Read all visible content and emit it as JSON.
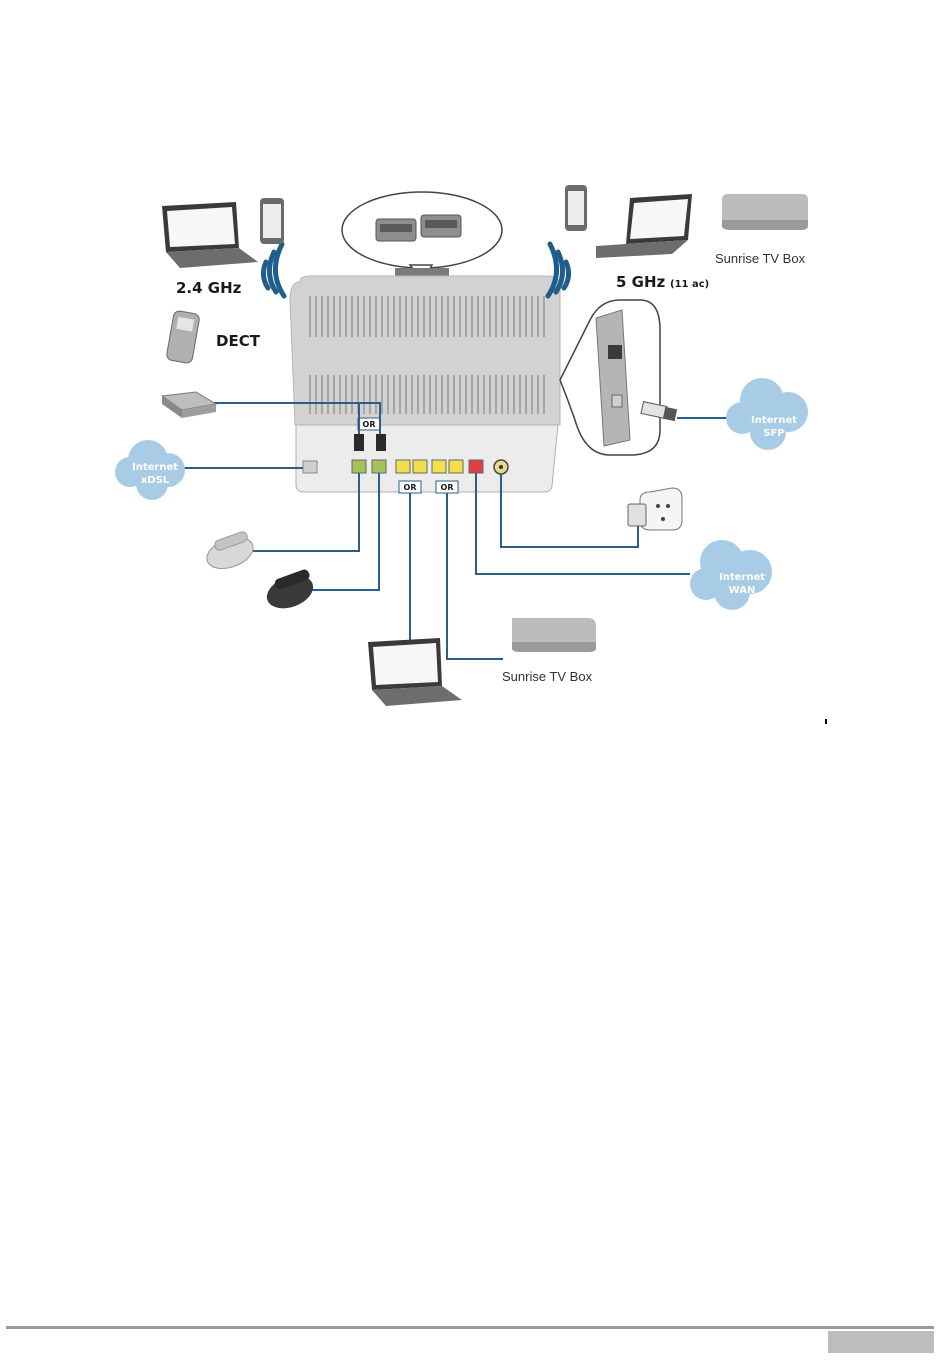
{
  "diagram": {
    "labels": {
      "wifi_24": "2.4 GHz",
      "wifi_5": "5 GHz",
      "wifi_5_suffix": "(11 ac)",
      "dect": "DECT",
      "tv_box_top": "Sunrise TV Box",
      "tv_box_bottom": "Sunrise TV Box",
      "or_usb": "OR",
      "or_lan1": "OR",
      "or_lan2": "OR"
    },
    "clouds": {
      "xdsl": {
        "line1": "Internet",
        "line2": "xDSL"
      },
      "sfp": {
        "line1": "Internet",
        "line2": "SFP"
      },
      "wan": {
        "line1": "Internet",
        "line2": "WAN"
      }
    },
    "colors": {
      "wifi_waves": "#1f5d8c",
      "cable": "#2b5e8a",
      "cloud": "#a8cbe6",
      "router_body": "#cdcdcd",
      "lan_ports": "#f2e04a",
      "wan_port": "#e04040",
      "phone_ports": "#a5c25a"
    }
  }
}
